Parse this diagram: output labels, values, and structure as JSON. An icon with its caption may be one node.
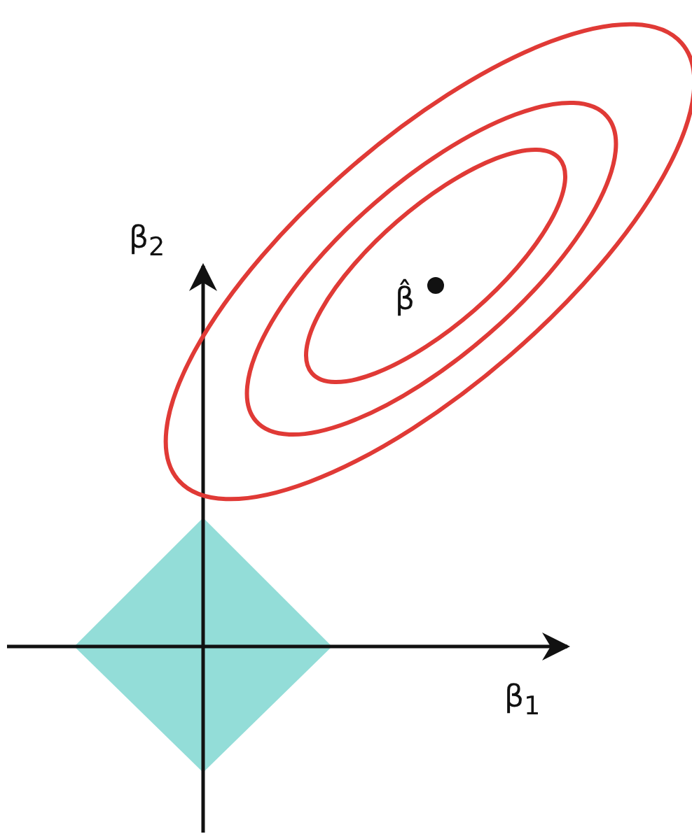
{
  "diagram": {
    "labels": [
      "β$_{2}$",
      "β̂",
      "β$_{1}$"
    ]
  }
}
